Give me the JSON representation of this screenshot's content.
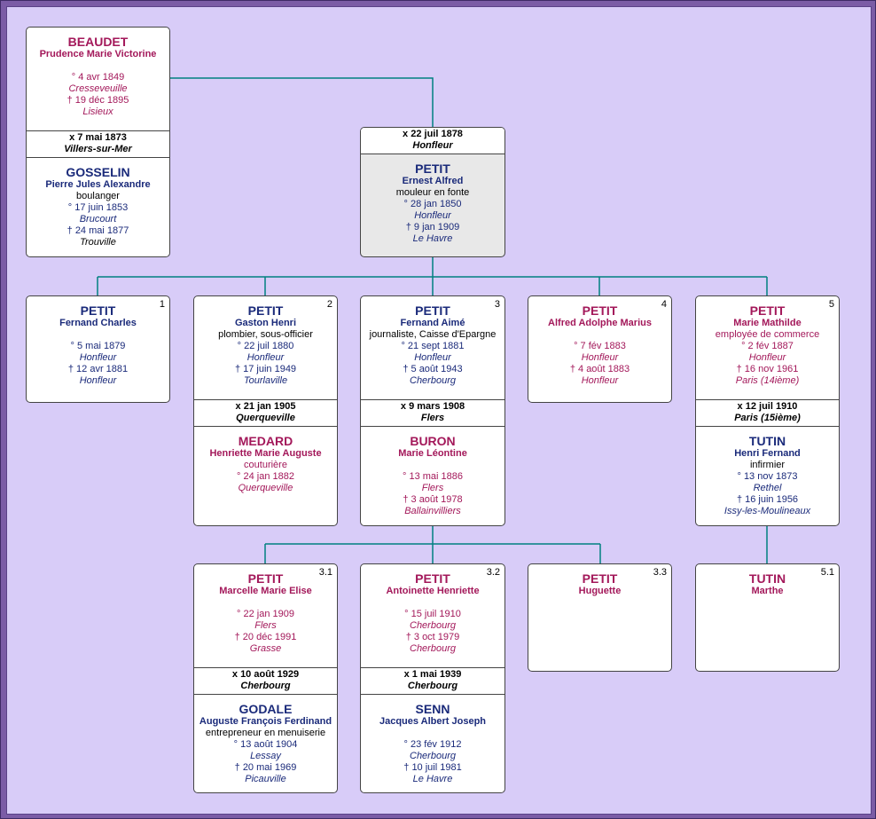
{
  "parents": {
    "mother": {
      "surname": "BEAUDET",
      "given": "Prudence Marie Victorine",
      "birth": "° 4 avr 1849",
      "birth_place": "Cresseveuille",
      "death": "† 19 déc 1895",
      "death_place": "Lisieux"
    },
    "mother_marriage": {
      "date": "x 7 mai 1873",
      "place": "Villers-sur-Mer"
    },
    "mother_spouse": {
      "surname": "GOSSELIN",
      "given": "Pierre Jules Alexandre",
      "occupation": "boulanger",
      "birth": "° 17 juin 1853",
      "birth_place": "Brucourt",
      "death": "† 24 mai 1877",
      "death_place": "Trouville"
    },
    "father_marriage": {
      "date": "x 22 juil 1878",
      "place": "Honfleur"
    },
    "father": {
      "surname": "PETIT",
      "given": "Ernest Alfred",
      "occupation": "mouleur en fonte",
      "birth": "° 28 jan 1850",
      "birth_place": "Honfleur",
      "death": "† 9 jan 1909",
      "death_place": "Le Havre"
    }
  },
  "children": [
    {
      "num": "1",
      "surname": "PETIT",
      "given": "Fernand Charles",
      "birth": "° 5 mai 1879",
      "birth_place": "Honfleur",
      "death": "† 12 avr 1881",
      "death_place": "Honfleur"
    },
    {
      "num": "2",
      "surname": "PETIT",
      "given": "Gaston Henri",
      "occupation": "plombier, sous-officier",
      "birth": "° 22 juil 1880",
      "birth_place": "Honfleur",
      "death": "† 17 juin 1949",
      "death_place": "Tourlaville",
      "marriage": {
        "date": "x 21 jan 1905",
        "place": "Querqueville"
      },
      "spouse": {
        "surname": "MEDARD",
        "given": "Henriette Marie Auguste",
        "occupation": "couturière",
        "birth": "° 24 jan 1882",
        "birth_place": "Querqueville"
      }
    },
    {
      "num": "3",
      "surname": "PETIT",
      "given": "Fernand Aimé",
      "occupation": "journaliste, Caisse d'Epargne",
      "birth": "° 21 sept 1881",
      "birth_place": "Honfleur",
      "death": "† 5 août 1943",
      "death_place": "Cherbourg",
      "marriage": {
        "date": "x 9 mars 1908",
        "place": "Flers"
      },
      "spouse": {
        "surname": "BURON",
        "given": "Marie Léontine",
        "birth": "° 13 mai 1886",
        "birth_place": "Flers",
        "death": "† 3 août 1978",
        "death_place": "Ballainvilliers"
      }
    },
    {
      "num": "4",
      "surname": "PETIT",
      "given": "Alfred Adolphe Marius",
      "birth": "° 7 fév 1883",
      "birth_place": "Honfleur",
      "death": "† 4 août 1883",
      "death_place": "Honfleur"
    },
    {
      "num": "5",
      "surname": "PETIT",
      "given": "Marie Mathilde",
      "occupation": "employée de commerce",
      "birth": "° 2 fév 1887",
      "birth_place": "Honfleur",
      "death": "† 16 nov 1961",
      "death_place": "Paris (14ième)",
      "marriage": {
        "date": "x 12 juil 1910",
        "place": "Paris (15ième)"
      },
      "spouse": {
        "surname": "TUTIN",
        "given": "Henri Fernand",
        "occupation": "infirmier",
        "birth": "° 13 nov 1873",
        "birth_place": "Rethel",
        "death": "† 16 juin 1956",
        "death_place": "Issy-les-Moulineaux"
      }
    }
  ],
  "grandchildren": [
    {
      "num": "3.1",
      "surname": "PETIT",
      "given": "Marcelle Marie Elise",
      "birth": "° 22 jan 1909",
      "birth_place": "Flers",
      "death": "† 20 déc 1991",
      "death_place": "Grasse",
      "marriage": {
        "date": "x 10 août 1929",
        "place": "Cherbourg"
      },
      "spouse": {
        "surname": "GODALE",
        "given": "Auguste François Ferdinand",
        "occupation": "entrepreneur en menuiserie",
        "birth": "° 13 août 1904",
        "birth_place": "Lessay",
        "death": "† 20 mai 1969",
        "death_place": "Picauville"
      }
    },
    {
      "num": "3.2",
      "surname": "PETIT",
      "given": "Antoinette Henriette",
      "birth": "° 15 juil 1910",
      "birth_place": "Cherbourg",
      "death": "† 3 oct 1979",
      "death_place": "Cherbourg",
      "marriage": {
        "date": "x 1 mai 1939",
        "place": "Cherbourg"
      },
      "spouse": {
        "surname": "SENN",
        "given": "Jacques Albert Joseph",
        "birth": "° 23 fév 1912",
        "birth_place": "Cherbourg",
        "death": "† 10 juil 1981",
        "death_place": "Le Havre"
      }
    },
    {
      "num": "3.3",
      "surname": "PETIT",
      "given": "Huguette"
    },
    {
      "num": "5.1",
      "surname": "TUTIN",
      "given": "Marthe"
    }
  ],
  "colors": {
    "male": "#1a2a7a",
    "female": "#a3185a",
    "line": "#008080",
    "background": "#d8ccf8",
    "frame": "#7b5ca6"
  }
}
